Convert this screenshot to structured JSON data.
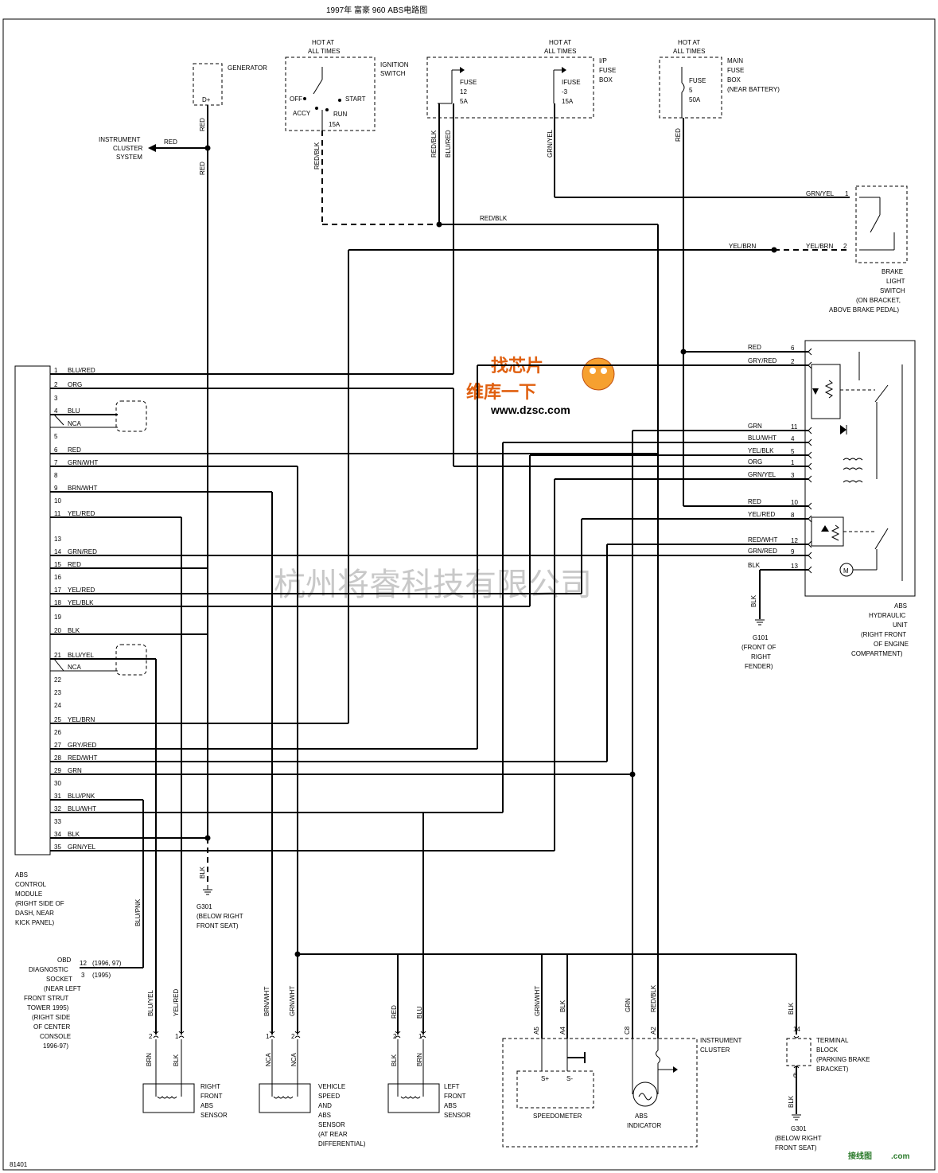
{
  "title": "1997年 富豪 960 ABS电路图",
  "figure_number": "81401",
  "watermark": "杭州将睿科技有限公司",
  "logo": {
    "line1": "找芯片",
    "line2": "维库一下",
    "url": "www.dzsc.com"
  },
  "corner_logo": {
    "text": "接线图",
    "suffix": ".com"
  },
  "power_sources": {
    "generator": {
      "name": "GENERATOR",
      "terminal": "D+"
    },
    "ignition": {
      "hot": "HOT AT",
      "when": "ALL TIMES",
      "name": "IGNITION",
      "name2": "SWITCH",
      "positions": [
        "OFF",
        "START",
        "ACCY",
        "RUN"
      ],
      "rating": "15A"
    },
    "ip_fuse": {
      "hot": "HOT AT",
      "when": "ALL TIMES",
      "name": "I/P",
      "name2": "FUSE",
      "name3": "BOX",
      "fuse_a": [
        "FUSE",
        "12",
        "5A"
      ],
      "fuse_b": [
        "IFUSE",
        "-3",
        "15A"
      ]
    },
    "main_fuse": {
      "hot": "HOT AT",
      "when": "ALL TIMES",
      "lines": [
        "MAIN",
        "FUSE",
        "BOX",
        "(NEAR BATTERY)"
      ],
      "fuse": [
        "FUSE",
        "5",
        "50A"
      ]
    }
  },
  "instrument_cluster_system": [
    "INSTRUMENT",
    "CLUSTER",
    "SYSTEM"
  ],
  "brake_switch": {
    "lines": [
      "BRAKE",
      "LIGHT",
      "SWITCH",
      "(ON BRACKET,",
      "ABOVE BRAKE PEDAL)"
    ],
    "pins": [
      {
        "n": "1",
        "wire": "GRN/YEL"
      },
      {
        "n": "2",
        "wire": "YEL/BRN"
      }
    ]
  },
  "abs_module": {
    "lines": [
      "ABS",
      "CONTROL",
      "MODULE",
      "(RIGHT SIDE OF",
      "DASH, NEAR",
      "KICK PANEL)"
    ],
    "pins": [
      {
        "n": "1",
        "wire": "BLU/RED"
      },
      {
        "n": "2",
        "wire": "ORG"
      },
      {
        "n": "3",
        "wire": ""
      },
      {
        "n": "4",
        "wire": "BLU"
      },
      {
        "n": "",
        "wire": "NCA"
      },
      {
        "n": "5",
        "wire": ""
      },
      {
        "n": "6",
        "wire": "RED"
      },
      {
        "n": "7",
        "wire": "GRN/WHT"
      },
      {
        "n": "8",
        "wire": ""
      },
      {
        "n": "9",
        "wire": "BRN/WHT"
      },
      {
        "n": "10",
        "wire": ""
      },
      {
        "n": "11",
        "wire": "YEL/RED"
      },
      {
        "n": "13",
        "wire": ""
      },
      {
        "n": "14",
        "wire": "GRN/RED"
      },
      {
        "n": "15",
        "wire": "RED"
      },
      {
        "n": "16",
        "wire": ""
      },
      {
        "n": "17",
        "wire": "YEL/RED"
      },
      {
        "n": "18",
        "wire": "YEL/BLK"
      },
      {
        "n": "19",
        "wire": ""
      },
      {
        "n": "20",
        "wire": "BLK"
      },
      {
        "n": "21",
        "wire": "BLU/YEL"
      },
      {
        "n": "",
        "wire": "NCA"
      },
      {
        "n": "22",
        "wire": ""
      },
      {
        "n": "23",
        "wire": ""
      },
      {
        "n": "24",
        "wire": ""
      },
      {
        "n": "25",
        "wire": "YEL/BRN"
      },
      {
        "n": "26",
        "wire": ""
      },
      {
        "n": "27",
        "wire": "GRY/RED"
      },
      {
        "n": "28",
        "wire": "RED/WHT"
      },
      {
        "n": "29",
        "wire": "GRN"
      },
      {
        "n": "30",
        "wire": ""
      },
      {
        "n": "31",
        "wire": "BLU/PNK"
      },
      {
        "n": "32",
        "wire": "BLU/WHT"
      },
      {
        "n": "33",
        "wire": ""
      },
      {
        "n": "34",
        "wire": "BLK"
      },
      {
        "n": "35",
        "wire": "GRN/YEL"
      }
    ]
  },
  "hydraulic_unit": {
    "lines": [
      "ABS",
      "HYDRAULIC",
      "UNIT",
      "(RIGHT FRONT",
      "OF ENGINE",
      "COMPARTMENT)"
    ],
    "pins": [
      {
        "n": "6",
        "wire": "RED"
      },
      {
        "n": "2",
        "wire": "GRY/RED"
      },
      {
        "n": "11",
        "wire": "GRN"
      },
      {
        "n": "4",
        "wire": "BLU/WHT"
      },
      {
        "n": "5",
        "wire": "YEL/BLK"
      },
      {
        "n": "1",
        "wire": "ORG"
      },
      {
        "n": "3",
        "wire": "GRN/YEL"
      },
      {
        "n": "10",
        "wire": "RED"
      },
      {
        "n": "8",
        "wire": "YEL/RED"
      },
      {
        "n": "12",
        "wire": "RED/WHT"
      },
      {
        "n": "9",
        "wire": "GRN/RED"
      },
      {
        "n": "13",
        "wire": "BLK"
      }
    ]
  },
  "wire_labels": {
    "red": "RED",
    "red_blk": "RED/BLK",
    "blu_red": "BLU/RED",
    "grn_yel": "GRN/YEL",
    "yel_brn": "YEL/BRN",
    "blk": "BLK",
    "blu_pnk": "BLU/PNK",
    "blu_yel": "BLU/YEL",
    "yel_red": "YEL/RED",
    "brn_wht": "BRN/WHT",
    "grn_wht": "GRN/WHT",
    "blu": "BLU",
    "grn": "GRN",
    "brn": "BRN",
    "nca": "NCA"
  },
  "grounds": {
    "g101": [
      "G101",
      "(FRONT OF",
      "RIGHT",
      "FENDER)"
    ],
    "g301_left": [
      "G301",
      "(BELOW RIGHT",
      "FRONT SEAT)"
    ],
    "g301_right": [
      "G301",
      "(BELOW RIGHT",
      "FRONT SEAT)"
    ]
  },
  "obd": {
    "lines": [
      "OBD",
      "DIAGNOSTIC",
      "SOCKET",
      "(NEAR LEFT",
      "FRONT STRUT",
      "TOWER 1995)",
      "(RIGHT SIDE",
      "OF CENTER",
      "CONSOLE",
      "1996-97)"
    ],
    "pin_a": "12",
    "note_a": "(1996, 97)",
    "pin_b": "3",
    "note_b": "(1995)"
  },
  "sensors": {
    "right_front": [
      "RIGHT",
      "FRONT",
      "ABS",
      "SENSOR"
    ],
    "vehicle_speed": [
      "VEHICLE",
      "SPEED",
      "AND",
      "ABS",
      "SENSOR",
      "(AT REAR",
      "DIFFERENTIAL)"
    ],
    "left_front": [
      "LEFT",
      "FRONT",
      "ABS",
      "SENSOR"
    ]
  },
  "cluster": {
    "lines": [
      "INSTRUMENT",
      "CLUSTER"
    ],
    "speedometer": "SPEEDOMETER",
    "s_plus": "S+",
    "s_minus": "S-",
    "indicator": [
      "ABS",
      "INDICATOR"
    ],
    "pins": [
      "A5",
      "A4",
      "C8",
      "A2"
    ]
  },
  "terminal_block": {
    "lines": [
      "TERMINAL",
      "BLOCK",
      "(PARKING BRAKE",
      "BRACKET)"
    ],
    "pin_top": "14",
    "pin_bottom": "6"
  }
}
